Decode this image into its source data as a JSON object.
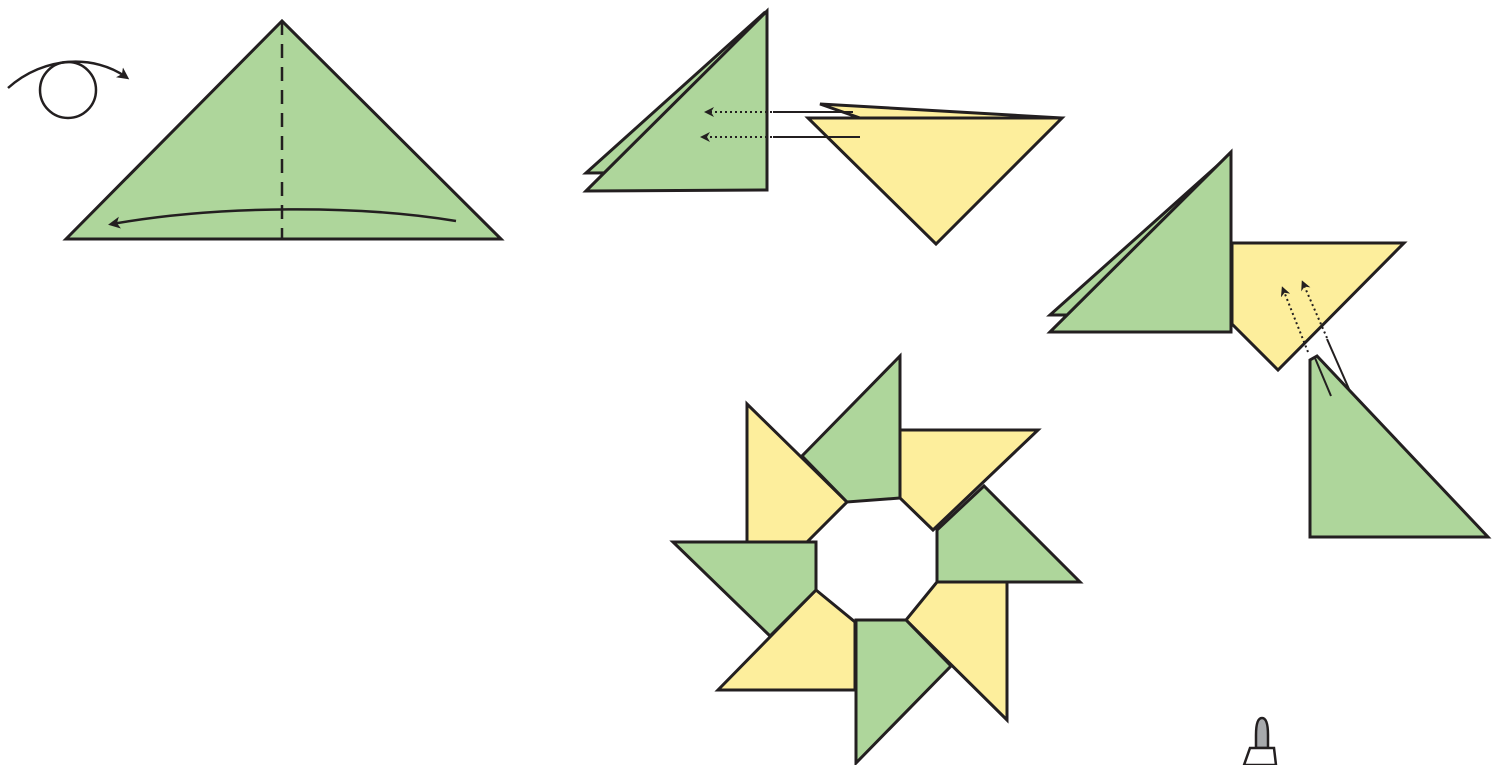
{
  "diagram": {
    "colors": {
      "green": "#aed69b",
      "yellow": "#fdee9c",
      "outline": "#231f20",
      "marker_gray": "#a7a9ac"
    },
    "steps": [
      {
        "id": "fold-in-half",
        "symbols": [
          "turn-over-icon",
          "valley-fold-line",
          "fold-arrow-icon"
        ]
      },
      {
        "id": "insert-triangle",
        "symbols": [
          "insertion-arrows"
        ]
      },
      {
        "id": "insert-next-unit",
        "symbols": [
          "insertion-arrows"
        ]
      },
      {
        "id": "finished-star",
        "units": 8
      }
    ]
  }
}
